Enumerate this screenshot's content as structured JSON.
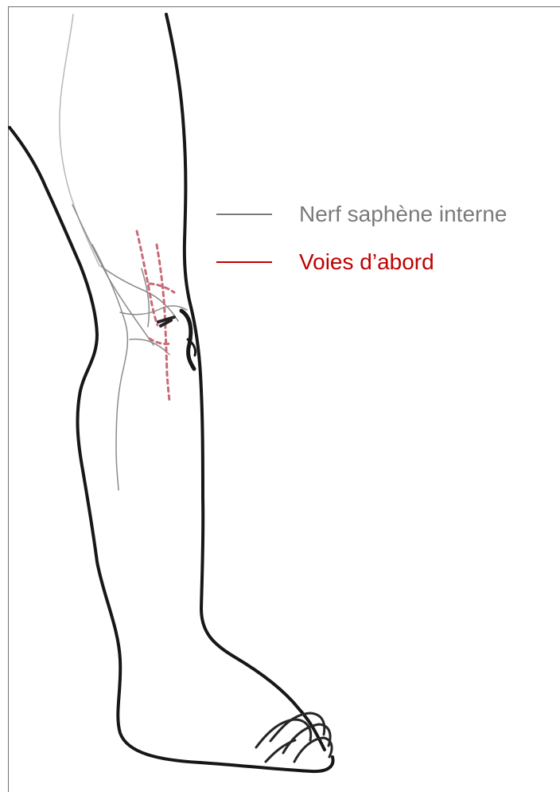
{
  "legend": {
    "items": [
      {
        "label": "Nerf saphène interne",
        "color": "#7a7a7a"
      },
      {
        "label": "Voies d’abord",
        "color": "#c00000"
      }
    ]
  },
  "illustration": {
    "subject": "leg-anatomy-drawing",
    "nerve_color": "#8b8b8b",
    "approach_color": "#c96b78",
    "outline_color": "#1a1a1a"
  }
}
